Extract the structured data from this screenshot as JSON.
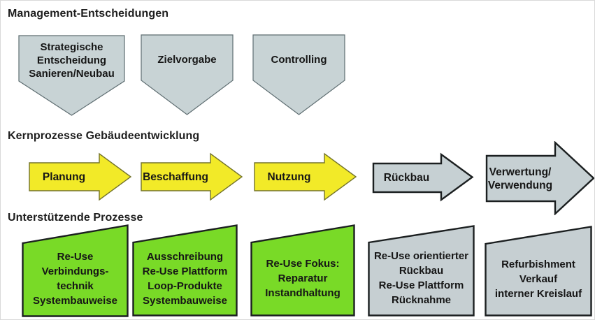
{
  "colors": {
    "pentagon_fill": "#c8d3d5",
    "yellow_fill": "#f2ea28",
    "bluegray_fill": "#c6d0d3",
    "green_fill": "#79da27",
    "gray_trapezoid_fill": "#c6cfd2"
  },
  "management": {
    "title": "Management-Entscheidungen",
    "items": [
      {
        "lines": [
          "Strategische",
          "Entscheidung",
          "Sanieren/Neubau"
        ]
      },
      {
        "lines": [
          "Zielvorgabe"
        ]
      },
      {
        "lines": [
          "Controlling"
        ]
      }
    ]
  },
  "core": {
    "title": "Kernprozesse Gebäudeentwicklung",
    "items": [
      {
        "label": "Planung",
        "color": "#f2ea28"
      },
      {
        "label": "Beschaffung",
        "color": "#f2ea28"
      },
      {
        "label": "Nutzung",
        "color": "#f2ea28"
      },
      {
        "label": "Rückbau",
        "color": "#c6d0d3"
      },
      {
        "lines": [
          "Verwertung/",
          "Verwendung"
        ],
        "color": "#c6d0d3"
      }
    ]
  },
  "support": {
    "title": "Unterstützende Prozesse",
    "items": [
      {
        "lines": [
          "Re-Use",
          "Verbindungs-",
          "technik",
          "Systembauweise"
        ],
        "color": "#79da27"
      },
      {
        "lines": [
          "Ausschreibung",
          "Re-Use Plattform",
          "Loop-Produkte",
          "Systembauweise"
        ],
        "color": "#79da27"
      },
      {
        "lines": [
          "Re-Use Fokus:",
          "Reparatur",
          "Instandhaltung"
        ],
        "color": "#79da27"
      },
      {
        "lines": [
          "Re-Use orientierter",
          "Rückbau",
          "Re-Use Plattform",
          "Rücknahme"
        ],
        "color": "#c6cfd2"
      },
      {
        "lines": [
          "Refurbishment",
          "Verkauf",
          "interner Kreislauf"
        ],
        "color": "#c6cfd2"
      }
    ]
  }
}
